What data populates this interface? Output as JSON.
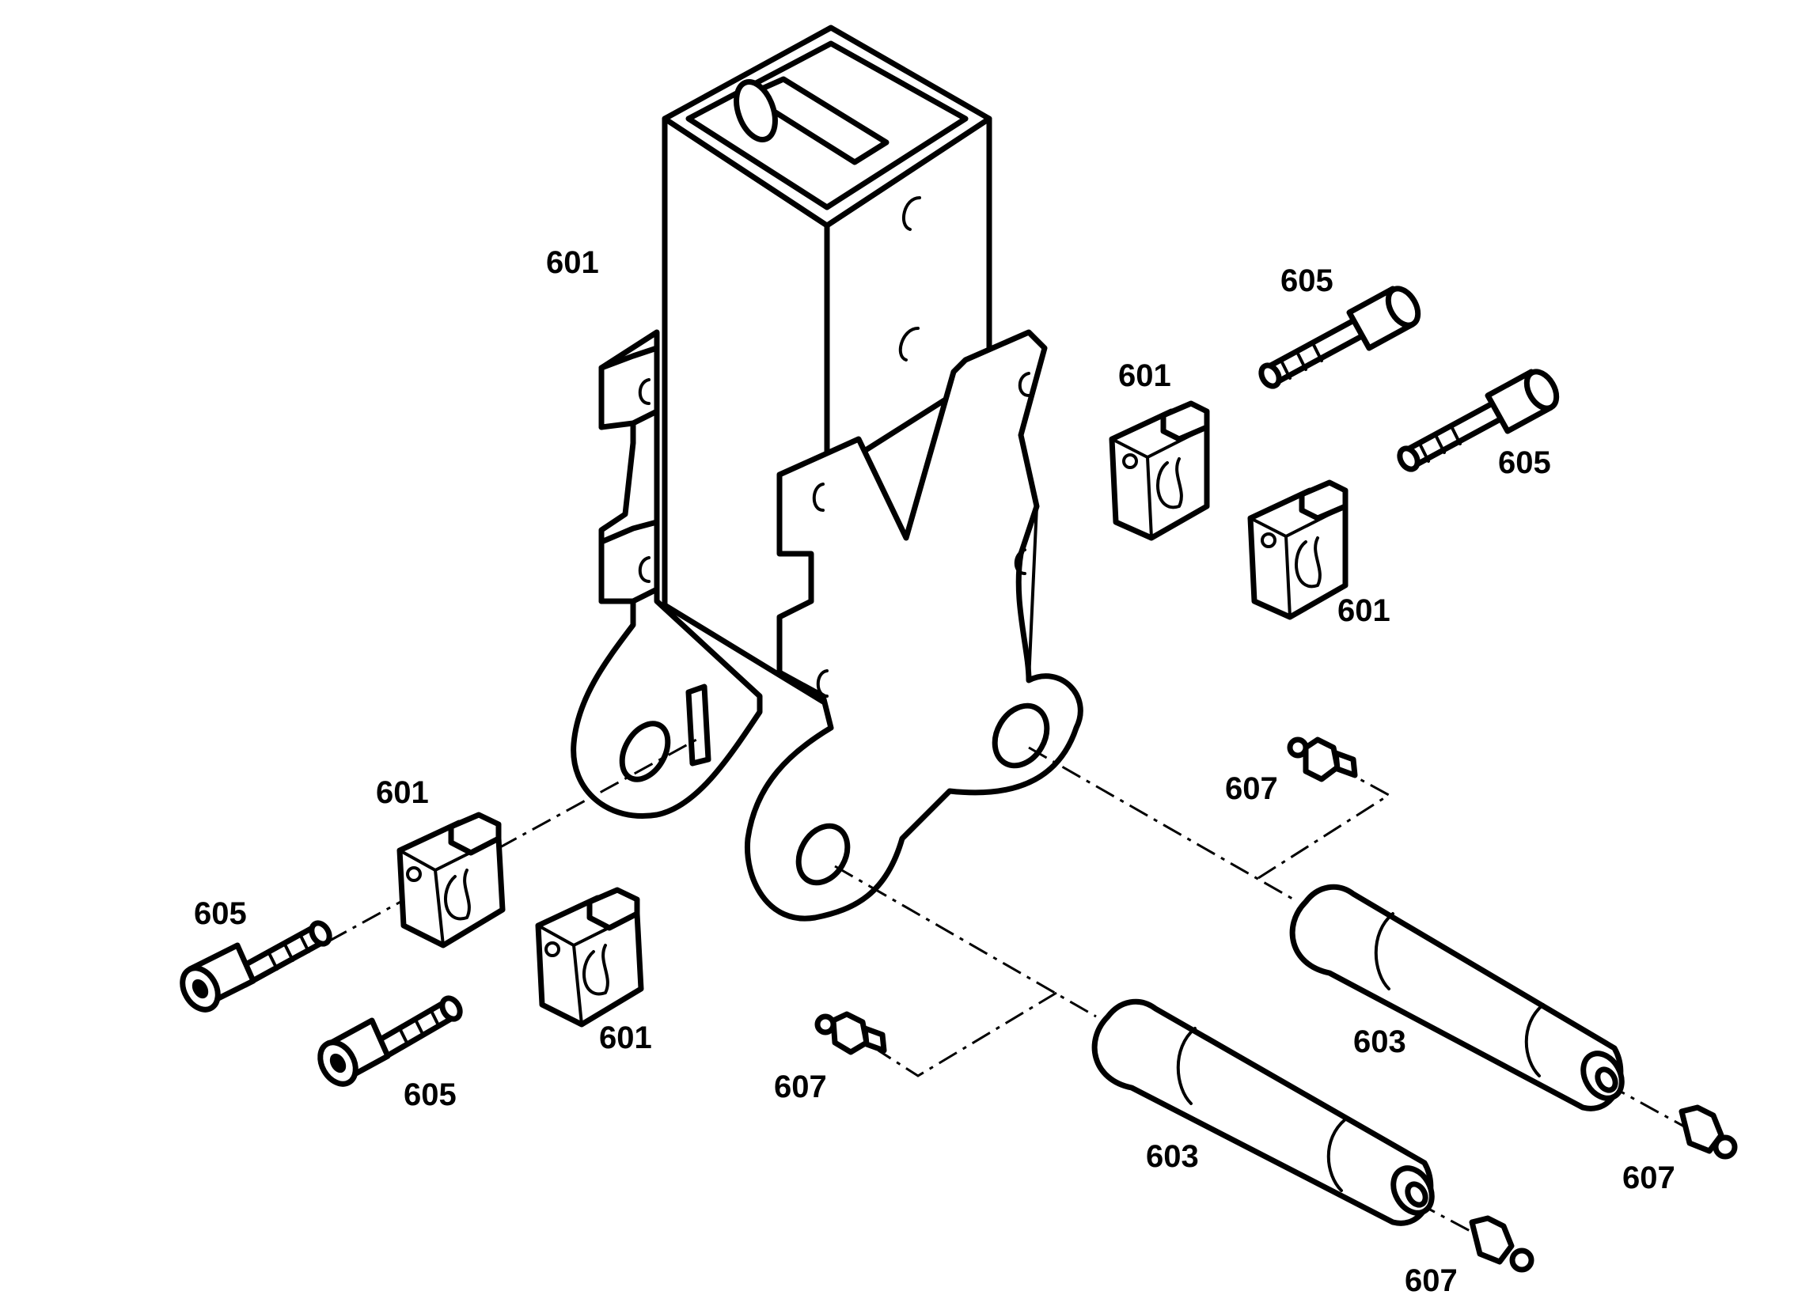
{
  "diagram": {
    "labels": {
      "housing": "601",
      "block_top_right_upper": "601",
      "block_top_right_lower": "601",
      "block_left_upper": "601",
      "block_left_lower": "601",
      "bolt_right_upper": "605",
      "bolt_right_lower": "605",
      "bolt_left_upper": "605",
      "bolt_left_lower": "605",
      "pin_upper": "603",
      "pin_lower": "603",
      "nipple_upper_right": "607",
      "nipple_mid_left": "607",
      "nipple_pin_upper_end": "607",
      "nipple_pin_lower_end": "607"
    }
  }
}
